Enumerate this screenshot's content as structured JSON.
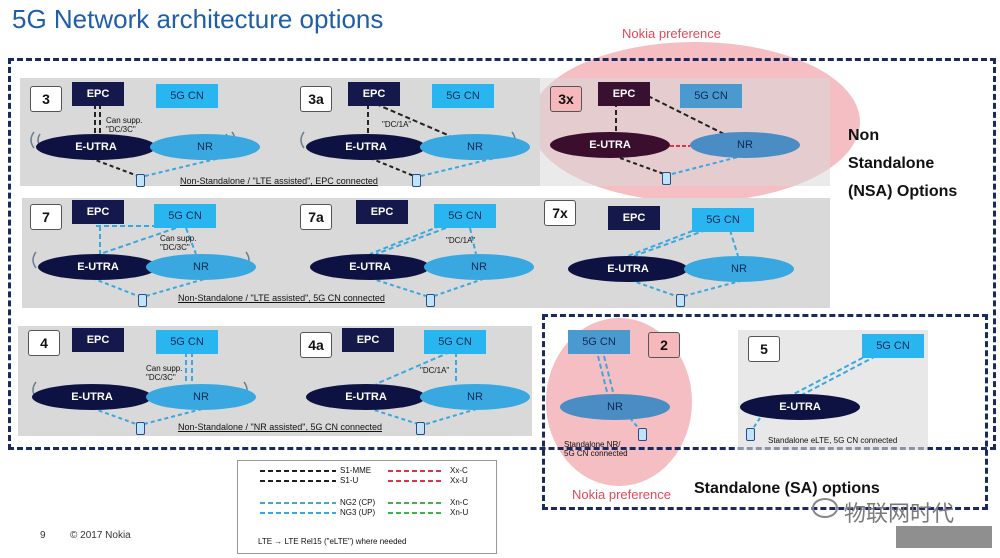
{
  "title": "5G Network architecture options",
  "nokia_preference": "Nokia preference",
  "nsa_heading": [
    "Non",
    "Standalone",
    "(NSA) Options"
  ],
  "sa_heading": "Standalone (SA) options",
  "labels": {
    "epc": "EPC",
    "cn": "5G CN",
    "eutra": "E-UTRA",
    "nr": "NR"
  },
  "options": {
    "o3": "3",
    "o3a": "3a",
    "o3x": "3x",
    "o7": "7",
    "o7a": "7a",
    "o7x": "7x",
    "o4": "4",
    "o4a": "4a",
    "o2": "2",
    "o5": "5"
  },
  "captions": {
    "can_supp_1": "Can supp.",
    "can_supp_2": "\"DC/3C\"",
    "dc1a": "\"DC/1A\""
  },
  "notes": {
    "row1": "Non-Standalone / \"LTE assisted\", EPC connected",
    "row2": "Non-Standalone / \"LTE assisted\", 5G CN connected",
    "row3": "Non-Standalone / \"NR assisted\", 5G CN connected",
    "sa_nr_1": "Standalone NR/",
    "sa_nr_2": "5G CN connected",
    "sa_elte": "Standalone eLTE, 5G CN connected"
  },
  "legend": {
    "s1mme": "S1-MME",
    "s1u": "S1-U",
    "xxc": "Xx-C",
    "xxu": "Xx-U",
    "ng2": "NG2 (CP)",
    "ng3": "NG3 (UP)",
    "xnc": "Xn-C",
    "xnu": "Xn-U",
    "rel": "LTE → LTE Rel15 (\"eLTE\") where needed"
  },
  "footer": {
    "page": "9",
    "copyright": "© 2017 Nokia"
  },
  "watermark": "物联网时代",
  "colors": {
    "nokia_blue": "#1f5fa8",
    "frame": "#1b2a5e",
    "epc": "#14184a",
    "cn": "#29b6f0",
    "nr": "#3aa8e0",
    "preference": "#e04a58",
    "x_link": "#e0304a",
    "xn_link": "#3cb449"
  }
}
